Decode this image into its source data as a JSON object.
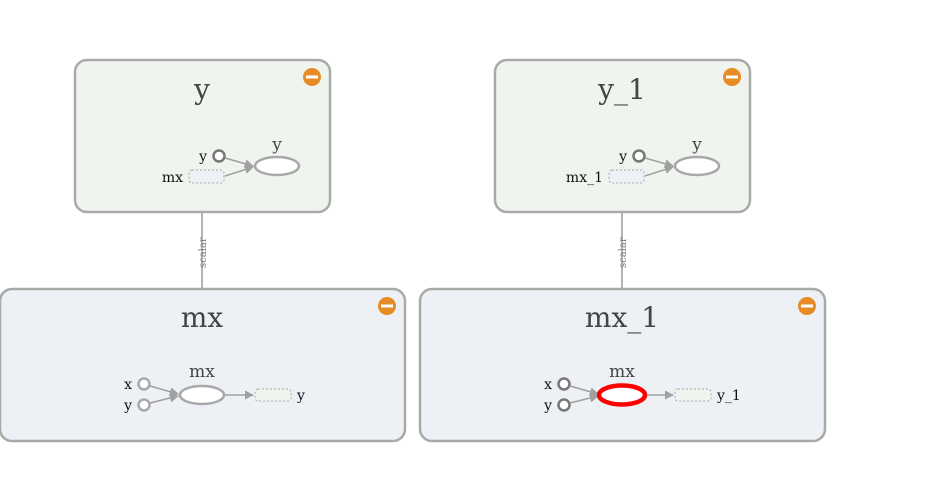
{
  "colors": {
    "scope_green_fill": "#eff5ee",
    "scope_blue_fill": "#edf0f5",
    "scope_border": "#a8aaa8",
    "collapse_button": "#e78b26",
    "highlight": "#ff0000"
  },
  "scopes": {
    "y": {
      "title": "y",
      "icon": "minus-circle-icon",
      "op_label": "y",
      "input_y": "y",
      "input_mx": "mx"
    },
    "y_1": {
      "title": "y_1",
      "icon": "minus-circle-icon",
      "op_label": "y",
      "input_y": "y",
      "input_mx": "mx_1"
    },
    "mx": {
      "title": "mx",
      "icon": "minus-circle-icon",
      "op_label": "mx",
      "input_x": "x",
      "input_y": "y",
      "output": "y"
    },
    "mx_1": {
      "title": "mx_1",
      "icon": "minus-circle-icon",
      "op_label": "mx",
      "input_x": "x",
      "input_y": "y",
      "output": "y_1",
      "highlighted": true
    }
  },
  "edges": {
    "left": "scalar",
    "right": "scalar"
  }
}
